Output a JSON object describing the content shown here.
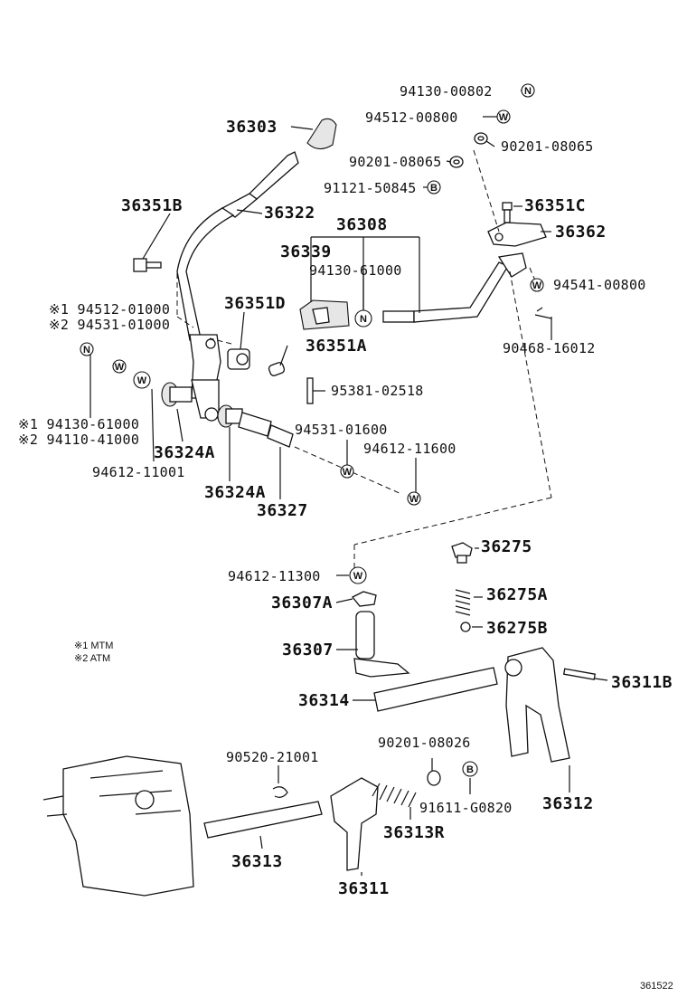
{
  "labels": {
    "p36303": "36303",
    "p94130_00802": "94130-00802",
    "p94512_00800": "94512-00800",
    "p90201_08065_a": "90201-08065",
    "p90201_08065_b": "90201-08065",
    "p91121_50845": "91121-50845",
    "p36351C": "36351C",
    "p36362": "36362",
    "p36351B": "36351B",
    "p36322": "36322",
    "p36308": "36308",
    "p36339": "36339",
    "p94130_61000": "94130-61000",
    "p94541_00800": "94541-00800",
    "p36351D": "36351D",
    "p36351A": "36351A",
    "p90468_16012": "90468-16012",
    "p94512_01000": "※1 94512-01000",
    "p94531_01000": "※2 94531-01000",
    "p95381_02518": "95381-02518",
    "p94130_61000_b": "※1 94130-61000",
    "p94110_41000": "※2 94110-41000",
    "p36324A_a": "36324A",
    "p94531_01600": "94531-01600",
    "p94612_11600": "94612-11600",
    "p94612_11001": "94612-11001",
    "p36324A_b": "36324A",
    "p36327": "36327",
    "p36275": "36275",
    "p94612_11300": "94612-11300",
    "p36307A": "36307A",
    "p36275A": "36275A",
    "p36275B": "36275B",
    "p36307": "36307",
    "p36311B": "36311B",
    "p36314": "36314",
    "p90201_08026": "90201-08026",
    "p90520_21001": "90520-21001",
    "p91611_G0820": "91611-G0820",
    "p36312": "36312",
    "p36313R": "36313R",
    "p36313": "36313",
    "p36311": "36311"
  },
  "legend": {
    "mtm": "※1 MTM",
    "atm": "※2 ATM"
  },
  "symbols": {
    "n": "N",
    "w": "W",
    "b": "B"
  },
  "figure_number": "361522"
}
